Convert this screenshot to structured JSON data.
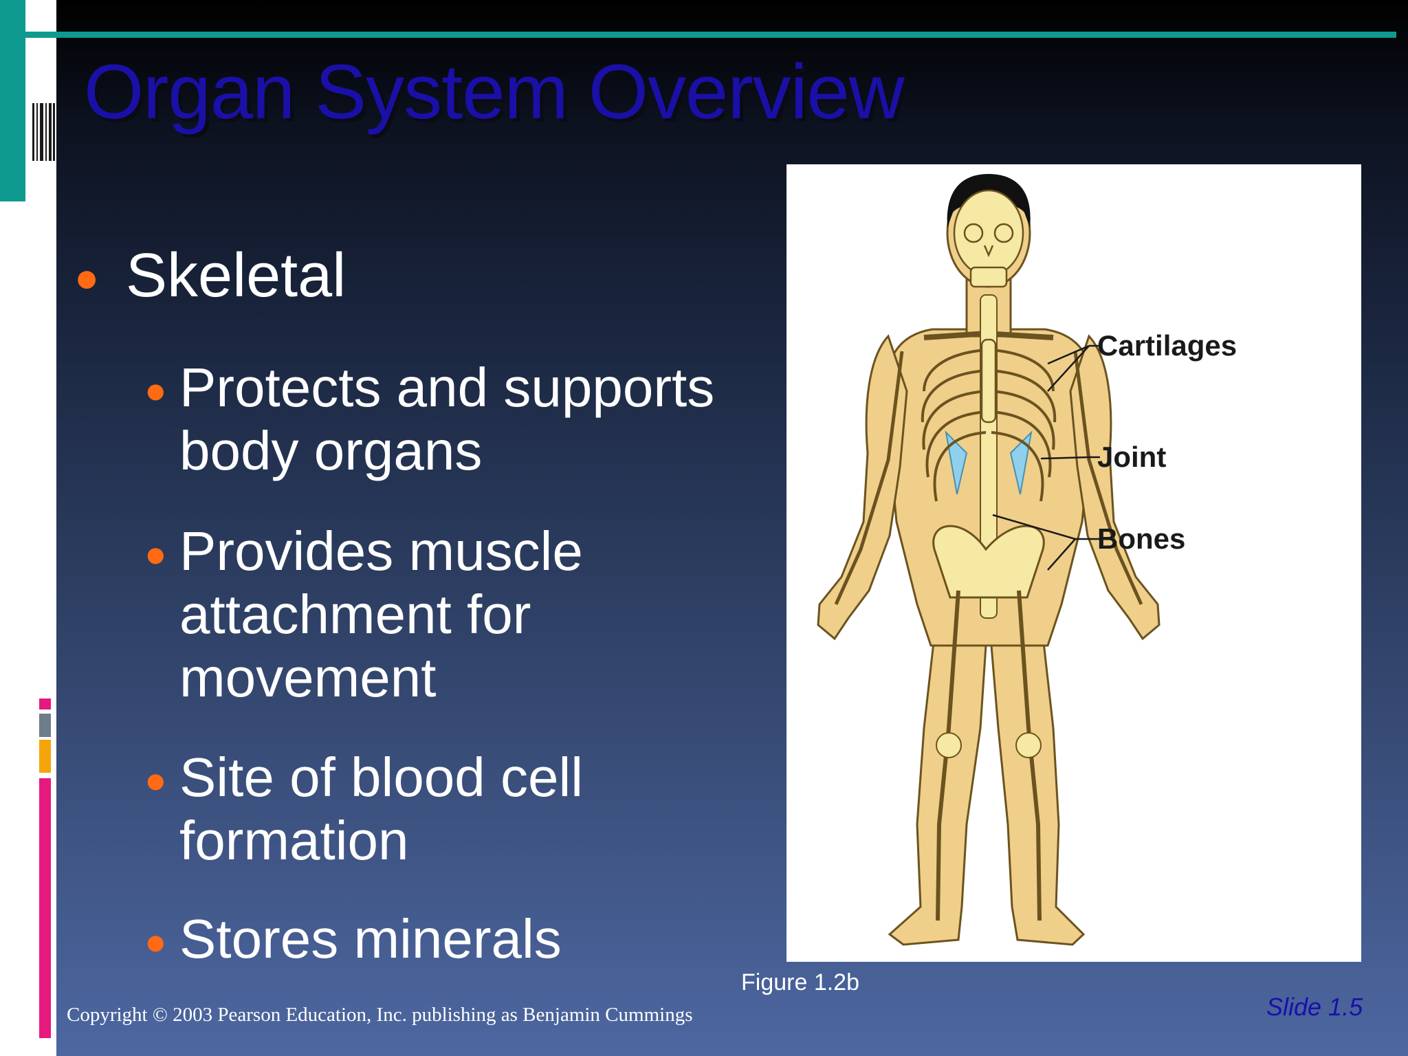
{
  "slide": {
    "title": "Organ System Overview",
    "main_bullet": "Skeletal",
    "sub_bullets": [
      {
        "line1": "Protects and supports",
        "line2": "body organs",
        "line3": ""
      },
      {
        "line1": "Provides muscle",
        "line2": "attachment for",
        "line3": "movement"
      },
      {
        "line1": "Site of blood cell",
        "line2": "formation",
        "line3": ""
      },
      {
        "line1": "Stores minerals",
        "line2": "",
        "line3": ""
      }
    ],
    "figure": {
      "labels": {
        "cartilages": "Cartilages",
        "joint": "Joint",
        "bones": "Bones"
      },
      "caption": "Figure 1.2b"
    },
    "copyright": "Copyright © 2003 Pearson Education, Inc. publishing as Benjamin Cummings",
    "slide_number": "Slide 1.5"
  },
  "colors": {
    "title": "#1a10a8",
    "bullet": "#ff6a13",
    "teal_accent": "#0e9a8f",
    "skin": "#f0cf8a",
    "bone": "#f6e9a3",
    "cartilage": "#8fd0ec"
  }
}
